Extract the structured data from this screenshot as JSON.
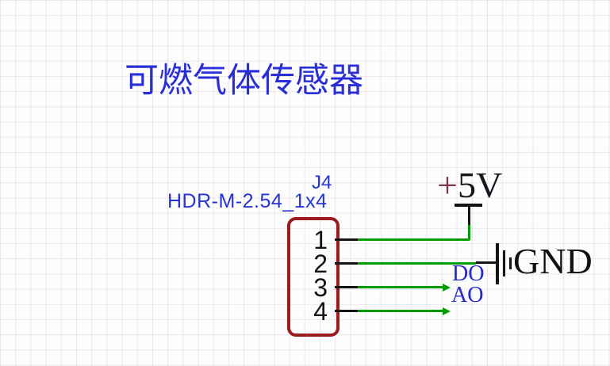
{
  "schematic": {
    "title": "可燃气体传感器"
  },
  "component": {
    "reference": "J4",
    "footprint": "HDR-M-2.54_1x4",
    "pins": [
      {
        "number": "1"
      },
      {
        "number": "2"
      },
      {
        "number": "3"
      },
      {
        "number": "4"
      }
    ]
  },
  "net_flags": {
    "power": {
      "prefix": "+",
      "name": "5V"
    },
    "ground": {
      "label": "GND"
    }
  },
  "net_labels": {
    "pin3": "DO",
    "pin4": "AO"
  },
  "colors": {
    "wire_green": "#009d00",
    "component_outline_red": "#9b1b1e",
    "annotation_blue": "#2a2ed8",
    "symbol_black": "#141414",
    "canvas_background": "#fdfdfd",
    "grid_line": "#ece6e8",
    "power_plus_maroon": "#7c3550"
  }
}
